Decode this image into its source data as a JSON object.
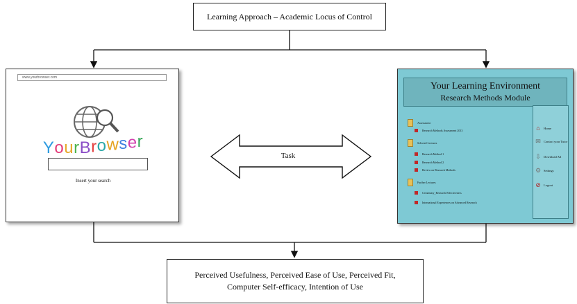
{
  "top_box": {
    "label": "Learning Approach – Academic Locus of Control"
  },
  "bottom_box": {
    "line1": "Perceived Usefulness, Perceived Ease of Use, Perceived Fit,",
    "line2": "Computer Self-efficacy, Intention of Use"
  },
  "browser": {
    "url": "www.yourbrowser.com",
    "brand": [
      "Y",
      "o",
      "u",
      "r",
      "B",
      "r",
      "o",
      "w",
      "s",
      "e",
      "r"
    ],
    "brand_colors": [
      "#2e9be0",
      "#e33c7a",
      "#e7a72a",
      "#4db34b",
      "#8a4cc6",
      "#e23c3c",
      "#2aa7a7",
      "#e6a21f",
      "#3c7fe0",
      "#d23fae",
      "#3aa85a"
    ],
    "search_caption": "Insert your search"
  },
  "task": {
    "label": "Task"
  },
  "lms": {
    "title": "Your Learning Environment",
    "subtitle": "Research Methods Module",
    "sections": [
      {
        "label": "Assessment",
        "items": [
          "Research Methods Assessment 2013"
        ]
      },
      {
        "label": "Selected Lectures",
        "items": [
          "Research Method 1",
          "Research Method 2",
          "Review on Research Methods"
        ]
      },
      {
        "label": "Further Lectures",
        "items": [
          "Cementary_Research Effectiveness",
          "International Experiences on Advanced Research"
        ]
      }
    ],
    "nav": [
      {
        "icon": "home-icon",
        "label": "Home"
      },
      {
        "icon": "mail-icon",
        "label": "Contact your Tutor"
      },
      {
        "icon": "download-icon",
        "label": "Download All"
      },
      {
        "icon": "settings-icon",
        "label": "Settings"
      },
      {
        "icon": "logout-icon",
        "label": "Logout"
      }
    ]
  },
  "colors": {
    "lms_bg": "#7ec9d4",
    "lms_header": "#6fb4bd"
  }
}
